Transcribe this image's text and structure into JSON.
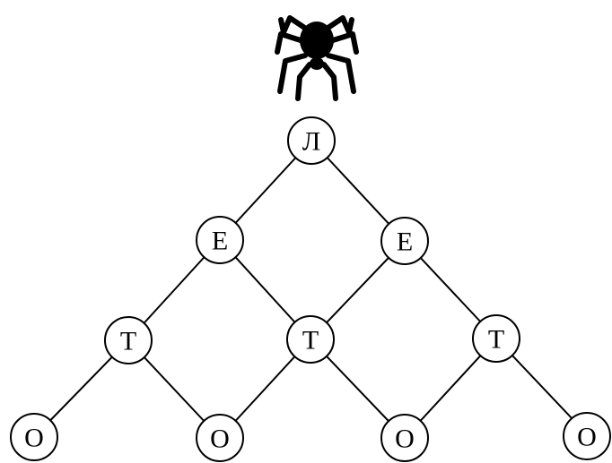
{
  "spider": {
    "icon": "spider-icon",
    "color": "#000000"
  },
  "tree": {
    "row1": [
      "Л"
    ],
    "row2": [
      "Е",
      "Е"
    ],
    "row3": [
      "Т",
      "Т",
      "Т"
    ],
    "row4": [
      "О",
      "О",
      "О",
      "О"
    ]
  }
}
